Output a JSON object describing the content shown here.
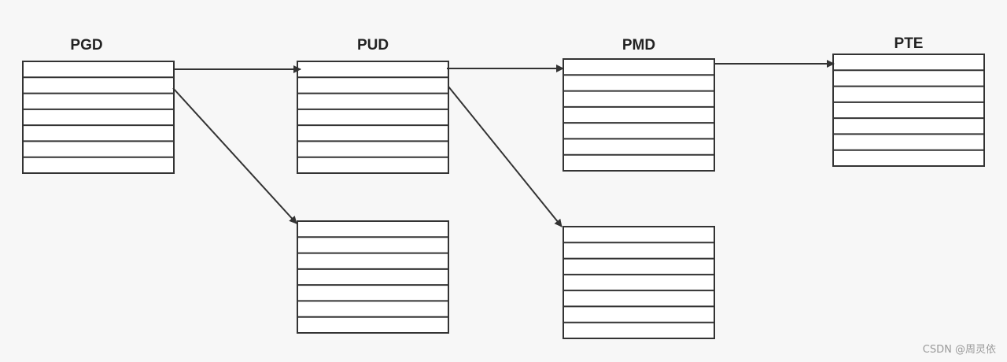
{
  "tables": [
    {
      "id": "pgd",
      "label": "PGD",
      "rows": 7
    },
    {
      "id": "pud",
      "label": "PUD",
      "rows": 7
    },
    {
      "id": "pmd",
      "label": "PMD",
      "rows": 7
    },
    {
      "id": "pte",
      "label": "PTE",
      "rows": 7
    },
    {
      "id": "pud-2",
      "label": "",
      "rows": 7
    },
    {
      "id": "pmd-2",
      "label": "",
      "rows": 7
    }
  ],
  "arrows": [
    {
      "from": "pgd",
      "to": "pud"
    },
    {
      "from": "pgd",
      "to": "pud-2"
    },
    {
      "from": "pud",
      "to": "pmd"
    },
    {
      "from": "pud",
      "to": "pmd-2"
    },
    {
      "from": "pmd",
      "to": "pte"
    }
  ],
  "watermark": "CSDN @周灵依"
}
